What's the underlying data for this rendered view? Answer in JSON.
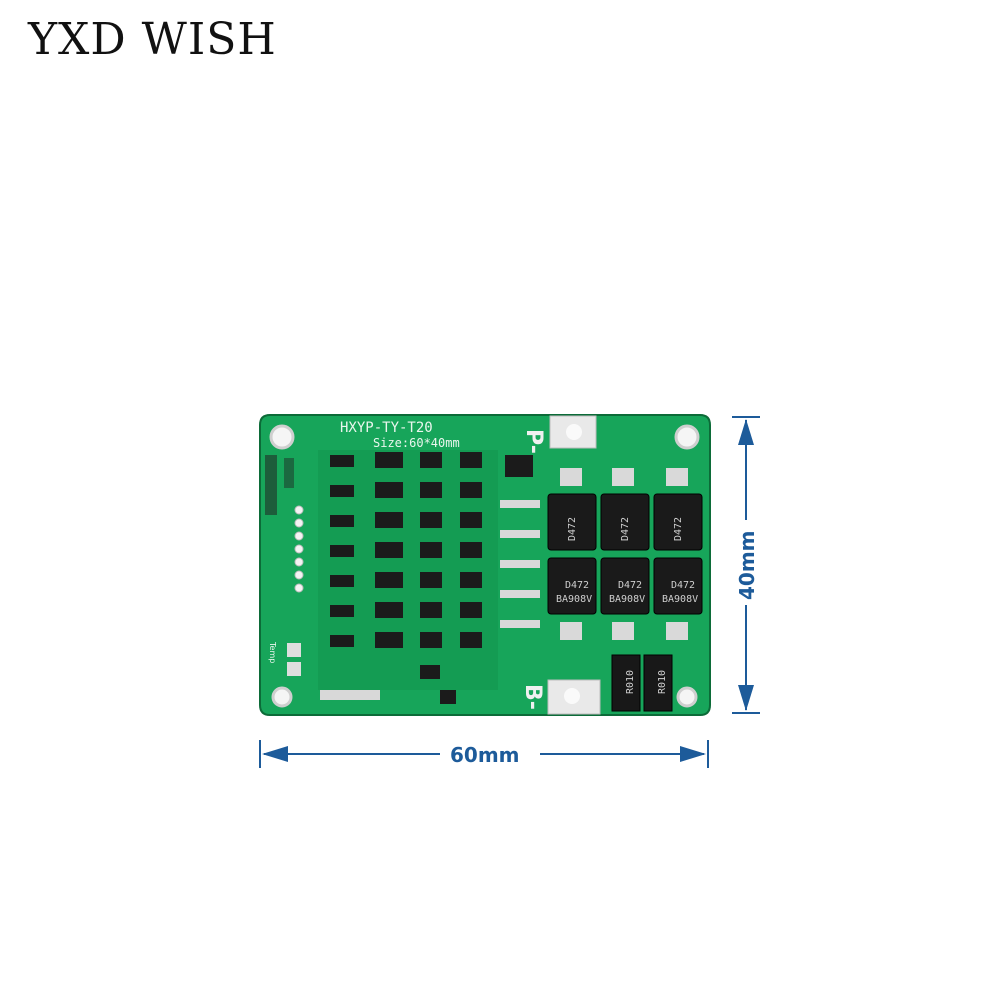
{
  "brand": {
    "text": "YXD WISH"
  },
  "board": {
    "model": "HXYP-TY-T20",
    "size": "Size:60*40mm",
    "pad_p": "P-",
    "pad_b": "B-",
    "temp": "Temp",
    "mosfet_code": "D472",
    "mosfet_lot": "BA908V",
    "shunt": "R010"
  },
  "dimensions": {
    "width_label": "60mm",
    "height_label": "40mm"
  },
  "colors": {
    "pcb": "#17a55a",
    "pcb_dark": "#0e7a41",
    "silk": "#f2f2f2",
    "dim": "#1d5b9a"
  }
}
